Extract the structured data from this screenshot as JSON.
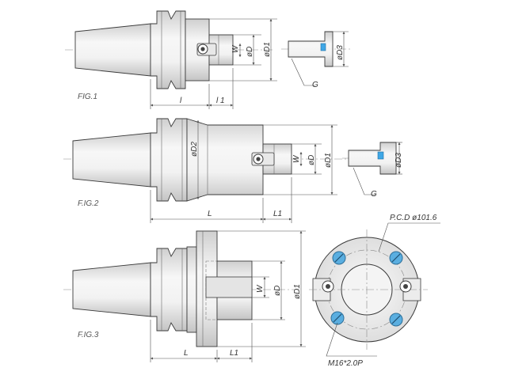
{
  "labels": {
    "fig1": "FIG.1",
    "fig2": "F.IG.2",
    "fig3": "F.IG.3",
    "w": "W",
    "d": "øD",
    "d1": "øD1",
    "d2": "øD2",
    "d3": "øD3",
    "g": "G",
    "l_lower": "l",
    "l1_lower": "l 1",
    "L": "L",
    "L1": "L1",
    "pcd": "P.C.D ø101.6",
    "m16": "M16*2.0P"
  },
  "colors": {
    "outline": "#3a3a3a",
    "metal_light": "#f4f4f4",
    "metal_dark": "#c9c9c9",
    "bolt_blue": "#5aaee0",
    "key_blue": "#3fa7e6"
  },
  "icons": {
    "bolt": "blue-bolt-circle",
    "screw": "set-screw"
  }
}
